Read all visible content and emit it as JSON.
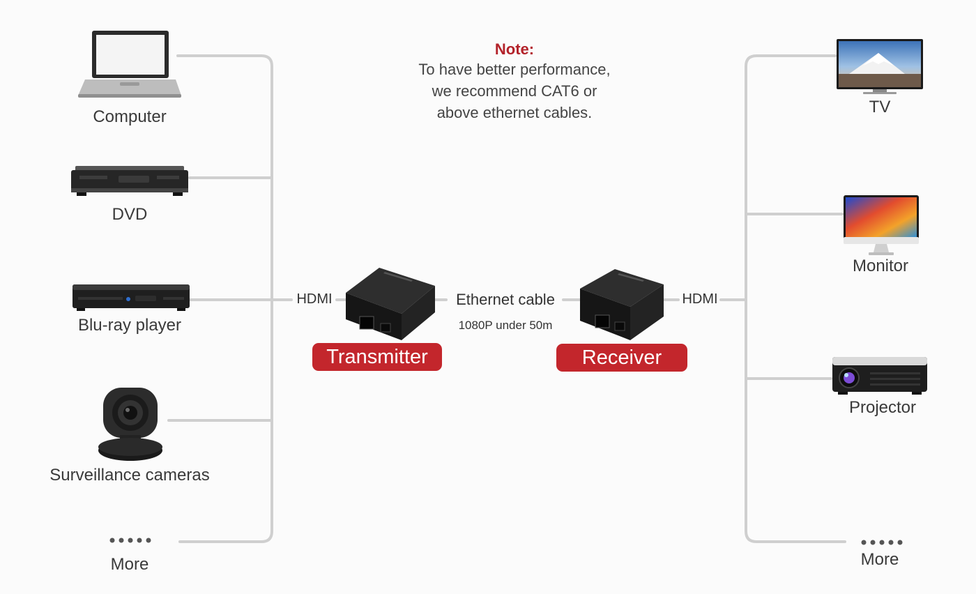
{
  "note": {
    "title": "Note:",
    "lines": [
      "To have better performance,",
      "we recommend CAT6 or",
      "above ethernet cables."
    ]
  },
  "sources": [
    {
      "label": "Computer",
      "icon": "laptop-icon"
    },
    {
      "label": "DVD",
      "icon": "dvd-player-icon"
    },
    {
      "label": "Blu-ray player",
      "icon": "bluray-player-icon"
    },
    {
      "label": "Surveillance cameras",
      "icon": "ptz-camera-icon"
    },
    {
      "label": "More",
      "icon": "more-dots-icon"
    }
  ],
  "displays": [
    {
      "label": "TV",
      "icon": "tv-icon"
    },
    {
      "label": "Monitor",
      "icon": "monitor-icon"
    },
    {
      "label": "Projector",
      "icon": "projector-icon"
    },
    {
      "label": "More",
      "icon": "more-dots-icon"
    }
  ],
  "link": {
    "hdmi_in": "HDMI",
    "hdmi_out": "HDMI",
    "cable": "Ethernet cable",
    "spec": "1080P under 50m"
  },
  "devices": {
    "transmitter": "Transmitter",
    "receiver": "Receiver"
  },
  "colors": {
    "accent": "#c3262c",
    "wire": "#cfcfcf"
  }
}
